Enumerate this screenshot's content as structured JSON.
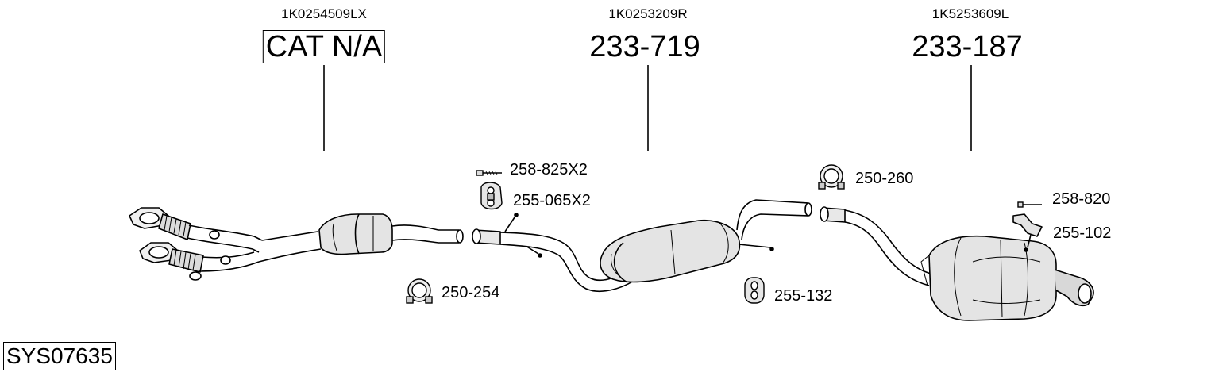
{
  "system_code": "SYS07635",
  "sections": [
    {
      "oem": "1K0254509LX",
      "part": "CAT N/A"
    },
    {
      "oem": "1K0253209R",
      "part": "233-719"
    },
    {
      "oem": "1K5253609L",
      "part": "233-187"
    }
  ],
  "accessories": [
    {
      "code": "258-825X2",
      "icon": "bolt-icon"
    },
    {
      "code": "255-065X2",
      "icon": "rubber-mount-icon"
    },
    {
      "code": "250-254",
      "icon": "clamp-icon"
    },
    {
      "code": "255-132",
      "icon": "rubber-hanger-icon"
    },
    {
      "code": "250-260",
      "icon": "clamp-icon"
    },
    {
      "code": "258-820",
      "icon": "bolt-icon"
    },
    {
      "code": "255-102",
      "icon": "bracket-icon"
    }
  ]
}
